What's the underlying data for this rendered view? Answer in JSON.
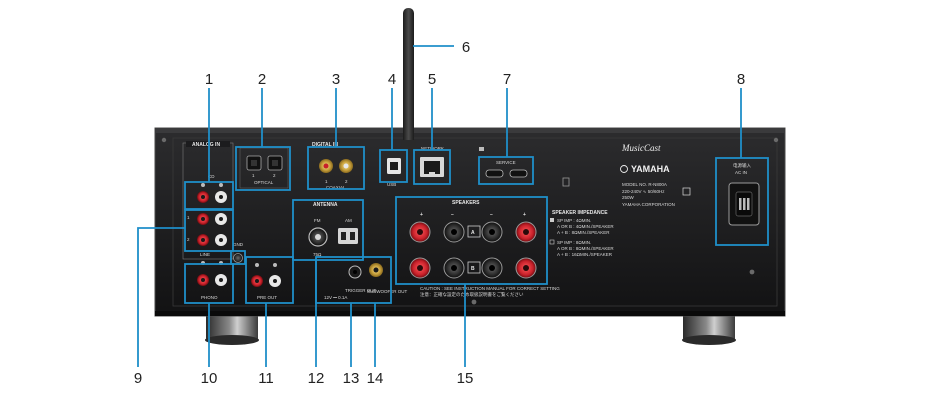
{
  "callouts": [
    "1",
    "2",
    "3",
    "4",
    "5",
    "6",
    "7",
    "8",
    "9",
    "10",
    "11",
    "12",
    "13",
    "14",
    "15"
  ],
  "labels": {
    "analog_in": "ANALOG IN",
    "cd": "CD",
    "line": "LINE",
    "line_1": "1",
    "line_2": "2",
    "gnd": "GND",
    "phono": "PHONO",
    "pre_out": "PRE OUT",
    "optical": "OPTICAL",
    "optical_1": "1",
    "optical_2": "2",
    "digital_in": "DIGITAL IN",
    "coaxial": "COAXIAL",
    "coaxial_1": "1",
    "coaxial_2": "2",
    "usb": "USB",
    "network": "NETWORK",
    "service": "SERVICE",
    "antenna": "ANTENNA",
    "fm": "FM",
    "fm_ohm": "75Ω",
    "am": "AM",
    "trigger_out": "TRIGGER OUT",
    "trigger_spec": "12V ⎓ 0.1A",
    "subwoofer_out": "SUBWOOFER OUT",
    "speakers": "SPEAKERS",
    "spk_a": "A",
    "spk_b": "B",
    "plus": "+",
    "minus": "−",
    "speaker_impedance": "SPEAKER IMPEDANCE",
    "imp_line1": "SP IMP : 4ΩMIN.",
    "imp_line2": "A OR B : 4ΩMIN./SPEAKER",
    "imp_line3": "A + B : 8ΩMIN./SPEAKER",
    "imp_line4": "SP IMP : 8ΩMIN.",
    "imp_line5": "A OR B : 8ΩMIN./SPEAKER",
    "imp_line6": "A + B : 16ΩMIN./SPEAKER",
    "caution": "CAUTION : SEE INSTRUCTION MANUAL FOR CORRECT SETTING",
    "caution_jp": "注意：正確な設定のため取扱説明書をご覧ください",
    "musiccast": "MusicCast",
    "yamaha": "YAMAHA",
    "model": "MODEL NO. R-N800A",
    "power_rating": "220-240V ∿ 50/60Hz",
    "watt": "250W",
    "corp": "YAMAHA CORPORATION",
    "ac_in_jp": "电源输入",
    "ac_in": "AC IN"
  },
  "colors": {
    "panel": "#1c1c1e",
    "outline": "#1f8fc9",
    "leader": "#1f8fc9",
    "red_jack": "#c8202a",
    "gold": "#d9b24a"
  }
}
